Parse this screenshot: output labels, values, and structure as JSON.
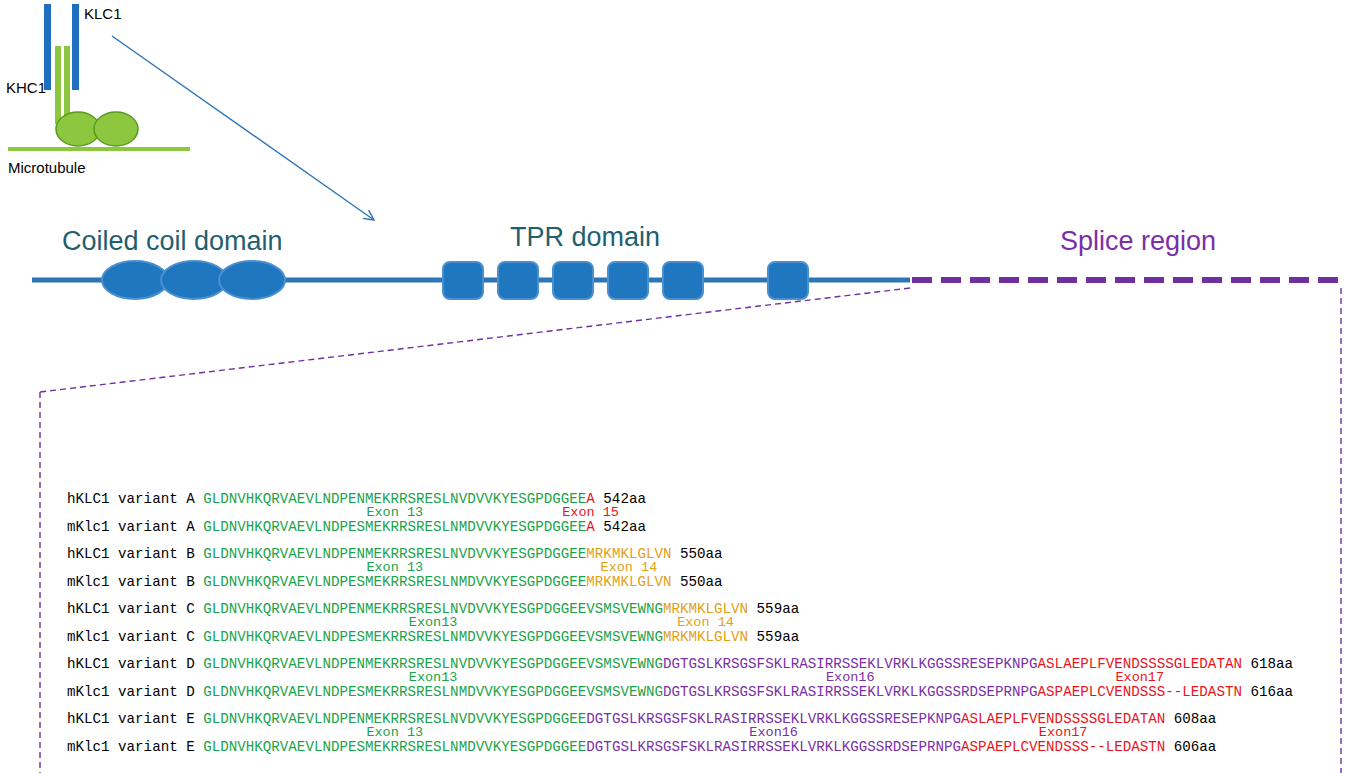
{
  "diagram": {
    "labels": [
      "KLC1",
      "KHC1",
      "Microtubule",
      "Coiled coil domain",
      "TPR domain",
      "Splice region",
      "hKLC1 variant A",
      "GLDNVHKQRVAEVLNDPENMEKRRSRESLNVDVVKYESGPDGGEE",
      "A",
      "542aa",
      "Exon 13",
      "Exon 15",
      "mKlc1 variant A",
      "GLDNVHKQRVAEVLNDPESMEKRRSRESLNMDVVKYESGPDGGEE",
      "A",
      "542aa",
      "hKLC1 variant B",
      "GLDNVHKQRVAEVLNDPENMEKRRSRESLNVDVVKYESGPDGGEE",
      "MRKMKLGLVN",
      "550aa",
      "Exon 13",
      "Exon 14",
      "mKlc1 variant B",
      "GLDNVHKQRVAEVLNDPESMEKRRSRESLNMDVVKYESGPDGGEE",
      "MRKMKLGLVN",
      "550aa",
      "hKLC1 variant C",
      "GLDNVHKQRVAEVLNDPENMEKRRSRESLNVDVVKYESGPDGGEEVSMSVEWNG",
      "MRKMKLGLVN",
      "559aa",
      "Exon13",
      "Exon 14",
      "mKlc1 variant C",
      "GLDNVHKQRVAEVLNDPESMEKRRSRESLNMDVVKYESGPDGGEEVSMSVEWNG",
      "MRKMKLGLVN",
      "559aa",
      "hKLC1 variant D",
      "GLDNVHKQRVAEVLNDPENMEKRRSRESLNVDVVKYESGPDGGEEVSMSVEWNG",
      "DGTGSLKRSGSFSKLRASIRRSSEKLVRKLKGGSSRESEPKNPG",
      "ASLAEPLFVENDSSSSGLEDATAN",
      "618aa",
      "Exon13",
      "Exon16",
      "Exon17",
      "mKlc1 variant D",
      "GLDNVHKQRVAEVLNDPESMEKRRSRESLNMDVVKYESGPDGGEEVSMSVEWNG",
      "DGTGSLKRSGSFSKLRASIRRSSEKLVRKLKGGSSRDSEPRNPG",
      "ASPAEPLCVENDSSS--LEDASTN",
      "616aa",
      "hKLC1 variant E",
      "GLDNVHKQRVAEVLNDPENMEKRRSRESLNVDVVKYESGPDGGEE",
      "DGTGSLKRSGSFSKLRASIRRSSEKLVRKLKGGSSRESEPKNPG",
      "ASLAEPLFVENDSSSSGLEDATAN",
      "608aa",
      "Exon 13",
      "Exon16",
      "Exon17",
      "mKlc1 variant E",
      "GLDNVHKQRVAEVLNDPESMEKRRSRESLNMDVVKYESGPDGGEE",
      "DGTGSLKRSGSFSKLRASIRRSSEKLVRKLKGGSSRDSEPRNPG",
      "ASPAEPLCVENDSSS--LEDASTN",
      "606aa"
    ]
  }
}
